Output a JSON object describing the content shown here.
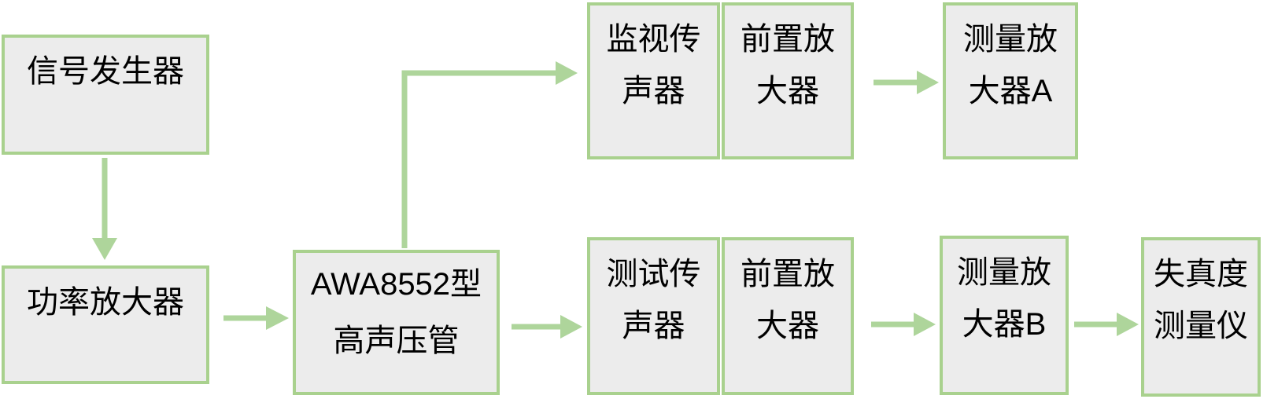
{
  "colors": {
    "box_fill": "#ececec",
    "box_border": "#a9d18e",
    "arrow": "#aed59b",
    "text": "#000000",
    "background": "#ffffff"
  },
  "nodes": {
    "signal_generator": {
      "label": "信号发生器"
    },
    "power_amplifier": {
      "label": "功率放大器"
    },
    "awa8552_tube": {
      "label": "AWA8552型\n高声压管"
    },
    "monitor_microphone": {
      "label": "监视传\n声器"
    },
    "preamplifier_top": {
      "label": "前置放\n大器"
    },
    "measuring_amplifier_a": {
      "label": "测量放\n大器A"
    },
    "test_microphone": {
      "label": "测试传\n声器"
    },
    "preamplifier_bottom": {
      "label": "前置放\n大器"
    },
    "measuring_amplifier_b": {
      "label": "测量放\n大器B"
    },
    "distortion_meter": {
      "label": "失真度\n测量仪"
    }
  },
  "connections": [
    {
      "from": "signal_generator",
      "to": "power_amplifier"
    },
    {
      "from": "power_amplifier",
      "to": "awa8552_tube"
    },
    {
      "from": "awa8552_tube",
      "to": "monitor_microphone"
    },
    {
      "from": "awa8552_tube",
      "to": "test_microphone"
    },
    {
      "from": "preamplifier_top",
      "to": "measuring_amplifier_a"
    },
    {
      "from": "preamplifier_bottom",
      "to": "measuring_amplifier_b"
    },
    {
      "from": "measuring_amplifier_b",
      "to": "distortion_meter"
    }
  ]
}
